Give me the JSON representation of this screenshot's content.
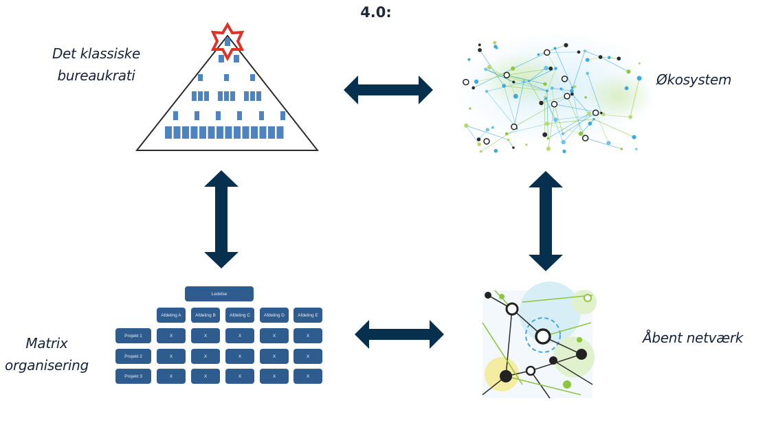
{
  "title": "4.0:",
  "labels": {
    "bureaucracy": [
      "Det klassiske",
      "bureaukrati"
    ],
    "ecosystem": "Økosystem",
    "matrix": [
      "Matrix",
      "organisering"
    ],
    "open_network": "Åbent netværk"
  },
  "matrix": {
    "leader": "Ledelse",
    "departments": [
      "Afdeling A",
      "Afdeling B",
      "Afdeling C",
      "Afdeling D",
      "Afdeling E"
    ],
    "projects": [
      "Projekt 1",
      "Projekt 2",
      "Projekt 3"
    ],
    "cell": "X"
  },
  "colors": {
    "arrow": "#07304f",
    "matrix_box": "#2f5c8f",
    "org_box": "#2e6fb4",
    "star": "#e03127",
    "network_green": "#8dc63f",
    "network_blue": "#3fa9dc"
  }
}
